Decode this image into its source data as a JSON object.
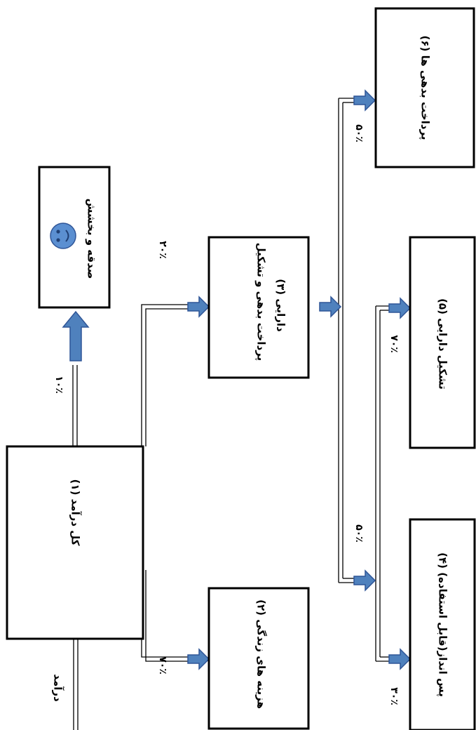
{
  "input_label": "درآمد",
  "boxes": {
    "total_income": {
      "label": "کل درآمد (۱)"
    },
    "charity": {
      "label": "صدقه و بخشش"
    },
    "living_costs": {
      "label": "هزینه های زندگی (۲)"
    },
    "debt_and_assets": {
      "line1": "پرداخت بدهی و تشکیل",
      "line2": "دارایی (۳)"
    },
    "debt_payment": {
      "label": "پرداخت بدهی ها (۶)"
    },
    "asset_building": {
      "label": "تشکیل دارایی (۵)"
    },
    "savings": {
      "label": "پس انداز(قابل استفاده) (۴)"
    }
  },
  "percentages": {
    "charity": "۱۰٪",
    "debt_and_assets": "۲۰٪",
    "living_costs": "۷۰٪",
    "debt_payment": "۵۰٪",
    "savings_branch": "۵۰٪",
    "asset_building": "۷۰٪",
    "savings": "۳۰٪"
  },
  "colors": {
    "arrow_fill": "#4f81bd",
    "arrow_stroke": "#2f5597",
    "box_border": "#000000"
  },
  "icons": {
    "charity": "smiley-face-icon"
  }
}
